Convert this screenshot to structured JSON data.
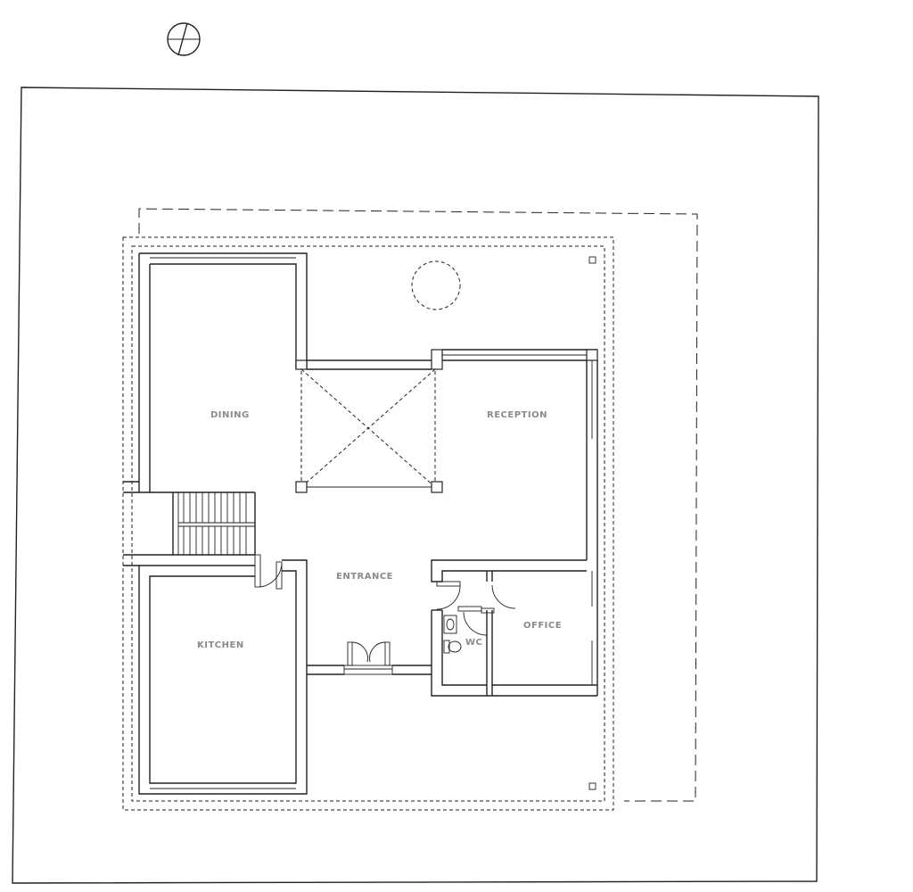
{
  "rooms": {
    "dining": "DINING",
    "reception": "RECEPTION",
    "entrance": "ENTRANCE",
    "kitchen": "KITCHEN",
    "office": "OFFICE",
    "wc": "WC"
  },
  "icons": [
    "north-arrow-icon",
    "stair-symbol",
    "door-swing-symbol",
    "washbasin-symbol",
    "toilet-symbol",
    "tree-symbol"
  ],
  "colors": {
    "line": "#222222",
    "label": "#8a8a8a",
    "background": "#ffffff"
  }
}
